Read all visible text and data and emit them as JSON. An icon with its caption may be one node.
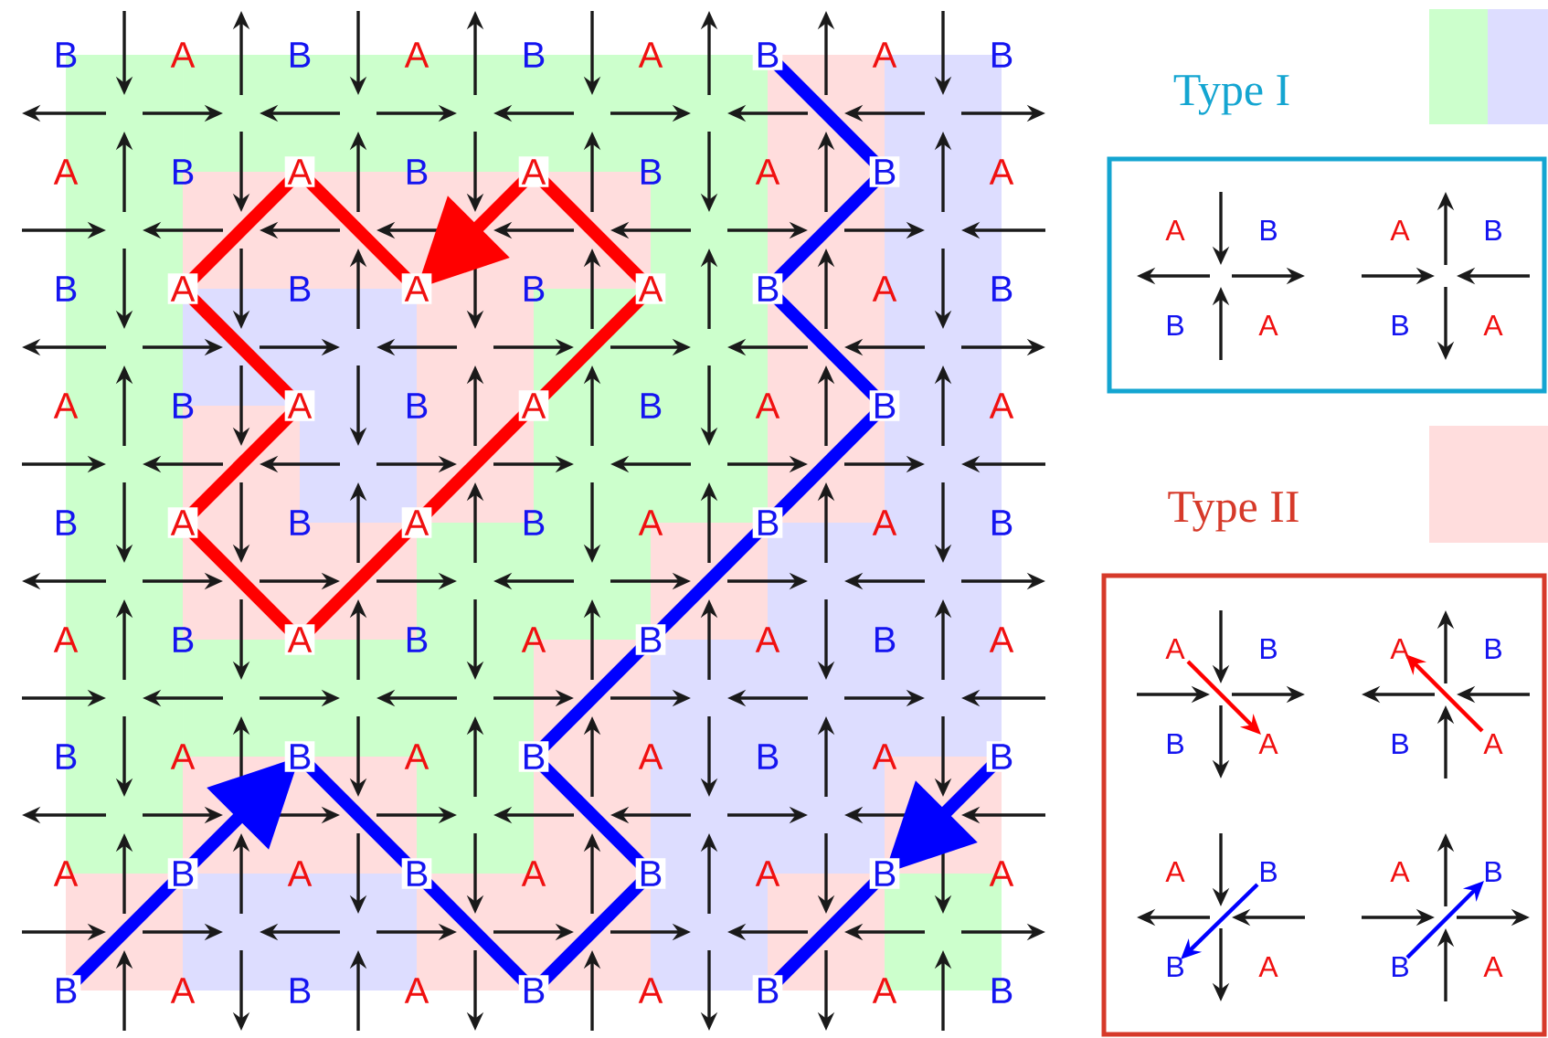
{
  "diagram": {
    "nodes": [
      {
        "text": [
          "Type I"
        ]
      },
      {
        "text": [
          "Type II"
        ]
      }
    ],
    "labels": [
      "B",
      "A",
      "B",
      "A",
      "B",
      "A",
      "B",
      "A",
      "B",
      "A",
      "B",
      "A",
      "B",
      "A",
      "B",
      "A",
      "B",
      "A",
      "B",
      "A",
      "B",
      "A",
      "B",
      "A",
      "B",
      "A",
      "B",
      "A",
      "B",
      "A",
      "B",
      "A",
      "B",
      "A",
      "B",
      "A",
      "B",
      "A",
      "B",
      "A",
      "B",
      "A",
      "B",
      "A",
      "B",
      "A",
      "B",
      "A",
      "B",
      "A",
      "B",
      "A",
      "B",
      "A",
      "B",
      "A",
      "B",
      "A",
      "B",
      "A",
      "B",
      "A",
      "B",
      "A",
      "B",
      "A",
      "B",
      "A",
      "B",
      "A",
      "B",
      "A",
      "B",
      "A",
      "B",
      "A",
      "B",
      "A",
      "B",
      "A",
      "B",
      "A",
      "B",
      "A",
      "B",
      "B",
      "A",
      "B",
      "A",
      "A",
      "B",
      "A",
      "B",
      "B",
      "A",
      "B",
      "A",
      "A",
      "B",
      "A",
      "B",
      "B",
      "A",
      "B",
      "A"
    ]
  }
}
